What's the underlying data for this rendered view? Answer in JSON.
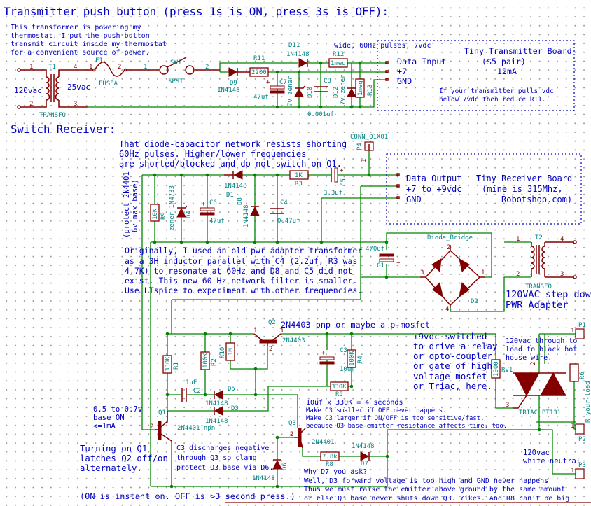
{
  "transmitter": {
    "title": "Transmitter push button (press 1s is ON, press 3s is OFF):",
    "note": [
      "This transformer is powering my",
      "thermostat. I put the push-button",
      "transmit circuit inside my thermostat",
      "for a convenient source of power."
    ],
    "t1": {
      "ref": "T1",
      "footprint": "TRANSFO",
      "pin1": "1",
      "pin2": "2",
      "pin3": "3",
      "pin4": "4",
      "primary": "120vac",
      "secondary": "25vac"
    },
    "f1": {
      "ref": "F1",
      "value": "FUSEA",
      "pin1": "1",
      "pin2": "2"
    },
    "sw1": {
      "ref": "SW1",
      "value": "SPST",
      "pin1": "1",
      "pin2": "2"
    },
    "d9": {
      "ref": "D9",
      "value": "1N4148"
    },
    "r11": {
      "ref": "R11",
      "value": "2200"
    },
    "d11": {
      "ref": "D11",
      "value": "1N4148"
    },
    "r12": {
      "ref": "R12",
      "value": "1meg"
    },
    "c7": {
      "ref": "C7",
      "value": "47uf"
    },
    "d10": {
      "ref": "D10",
      "value": "7v zener"
    },
    "c8": {
      "ref": "C8",
      "value": "0.001uf"
    },
    "d12": {
      "ref": "D12",
      "value": "7v zener"
    },
    "r13": {
      "ref": "R13",
      "value": "1meg"
    },
    "pulse_note": "wide, 60Hz pulses, 7vdc",
    "board": {
      "pins": [
        "Data Input",
        "+7",
        "GND"
      ],
      "title": "Tiny Transmitter Board",
      "price": "($5 pair)",
      "current": "12mA",
      "note": [
        "If your transmitter pulls vdc",
        "below 7vdc then reduce R11."
      ]
    }
  },
  "receiver": {
    "title": "Switch Receiver:",
    "filter_note": [
      "That diode-capacitor network resists shorting",
      "60Hz pulses. Higher/lower frequencies",
      "are shorted/blocked and do not switch on Q1."
    ],
    "protect_note": [
      "(protect 2N4401",
      "6v max base)"
    ],
    "p4": {
      "ref": "P4",
      "value": "CONN_01X01",
      "pin": "1"
    },
    "board": {
      "pins": [
        "Data Output",
        "+7 to +9vdc",
        "GND"
      ],
      "title": "Tiny Receiver Board",
      "line2": "(mine is 315Mhz,",
      "line3": "Robotshop.com)"
    },
    "r9": {
      "ref": "R9",
      "value": "10K"
    },
    "d4": {
      "ref": "D4",
      "value": "zener 1N4733"
    },
    "c6": {
      "ref": "C6",
      "value": "47uf"
    },
    "d1": {
      "ref": "D1",
      "value": "1N4148"
    },
    "d8": {
      "ref": "D8",
      "value": "1N4148"
    },
    "c4": {
      "ref": "C4",
      "value": "0.47uf"
    },
    "r3": {
      "ref": "R3",
      "value": "1K"
    },
    "c5": {
      "ref": "C5",
      "value": "3.3uf"
    },
    "history_note": [
      "Originally, I used an old pwr adapter transformer",
      "as a 3H inductor parallel with C4 (2.2uf, R3 was",
      "4.7K) to resonate at 60Hz and D8 and C5 did not",
      "exist. This new 60 Hz network filter is smaller.",
      "Use LTspice to experiment with other frequencies."
    ],
    "c1": {
      "ref": "C1",
      "value": "470uf"
    },
    "d2": {
      "ref": "D2",
      "value": "Diode_Bridge",
      "pin1": "1",
      "pin2": "2",
      "pin3": "3",
      "pin4": "4"
    },
    "t2": {
      "ref": "T2",
      "footprint": "TRANSFO",
      "pin1": "1",
      "pin2": "2",
      "pin3": "3",
      "pin4": "4"
    },
    "adapter_note": [
      "120VAC step-dow",
      "PWR Adapter"
    ],
    "q2": {
      "ref": "Q2",
      "value": "2N4403",
      "pin1": "1",
      "pin2": "2",
      "pin3": "3"
    },
    "q2_note": "2N4403 pnp or maybe a p-mosfet",
    "r1": {
      "ref": "R1",
      "value": "330K"
    },
    "r2": {
      "ref": "R2",
      "value": "100K"
    },
    "r10": {
      "ref": "R10",
      "value": "1M"
    },
    "c3": {
      "ref": "C3",
      "value": "10uf"
    },
    "r4": {
      "ref": "R4",
      "value": "100K"
    },
    "r5": {
      "ref": "R5",
      "value": "330K"
    },
    "c2": {
      "ref": "C2",
      "value": "1uF"
    },
    "d5": {
      "ref": "D5",
      "value": "1N4148"
    },
    "d3": {
      "ref": "D3",
      "value": "1N4148"
    },
    "q1": {
      "ref": "Q1",
      "value": "2N4401 npn",
      "pin2": "2"
    },
    "q3": {
      "ref": "Q3",
      "value": "2N4401",
      "pin2": "2"
    },
    "d6": {
      "ref": "D6",
      "value": "1N4148"
    },
    "r8": {
      "ref": "R8",
      "value": "7.8k"
    },
    "d7": {
      "ref": "D7",
      "value": "1N4148"
    },
    "rv1": {
      "ref": "RV1",
      "value": "1000",
      "pin3": "3"
    },
    "triac": {
      "ref": "TRIAC",
      "value": "BT131",
      "pin2": "2"
    },
    "r6": {
      "ref": "R6",
      "value": "R your-load"
    },
    "p1": {
      "ref": "P1",
      "pin": "1"
    },
    "p2": {
      "ref": "P2",
      "pin": "1"
    },
    "p3": {
      "ref": "P3",
      "pin": "1"
    },
    "base_note": [
      "0.5 to 0.7v",
      "base ON",
      "<=1mA"
    ],
    "timing_note": [
      "10uf x 330K = 4 seconds",
      "Make C3 smaller if OFF never happens.",
      "Make C3 larger if ON/OFF is too sensitive/fast,",
      "because Q3 base-emitter resistance affects time, too."
    ],
    "output_note": [
      "+9vdc switched",
      "to drive a relay",
      "or opto-coupler",
      "or gate of high",
      "voltage mosfet",
      "or Triac, here."
    ],
    "hot_note": [
      "120vac through to",
      "load to black hot",
      "house wire."
    ],
    "neutral_note": [
      "120vac",
      "white neutral"
    ],
    "latch_note": [
      "Turning on Q1",
      "latches Q2 off/on",
      "alternately."
    ],
    "clamp_note": [
      "C3 discharges negative",
      "through Q3 so clamp",
      "protect Q3 base via D6."
    ],
    "d7_note": [
      "Why D7 you ask?",
      "Well, D3 forward voltage is too high and GND never happens",
      "Thus we must raise the emitter above ground by the same amount",
      "or else Q3 base never shuts down Q3. Yikes. And R8 can't be big"
    ],
    "press_note": "(ON is instant on. OFF is >3 second press.)"
  }
}
